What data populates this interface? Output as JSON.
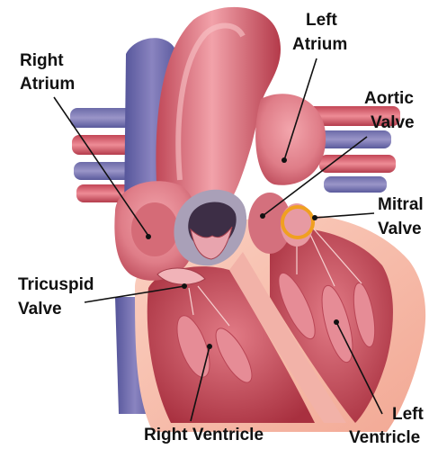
{
  "labels": {
    "right_atrium": [
      "Right",
      "Atrium"
    ],
    "left_atrium": [
      "Left",
      "Atrium"
    ],
    "aortic_valve": [
      "Aortic",
      "Valve"
    ],
    "mitral_valve": [
      "Mitral",
      "Valve"
    ],
    "tricuspid_valve": [
      "Tricuspid",
      "Valve"
    ],
    "right_ventricle": "Right Ventricle",
    "left_ventricle": [
      "Left",
      "Ventricle"
    ]
  },
  "colors": {
    "background": "#ffffff",
    "label_text": "#111111",
    "highlight_ring": "#f0a020",
    "vein_blue": "#6a6aa8",
    "artery_red": "#d25a68",
    "muscle_pink": "#e98c95",
    "muscle_dark": "#b63c4c",
    "wall_outer": "#f6b7a6"
  },
  "highlight": {
    "shape": "circle",
    "target": "Mitral Valve"
  }
}
